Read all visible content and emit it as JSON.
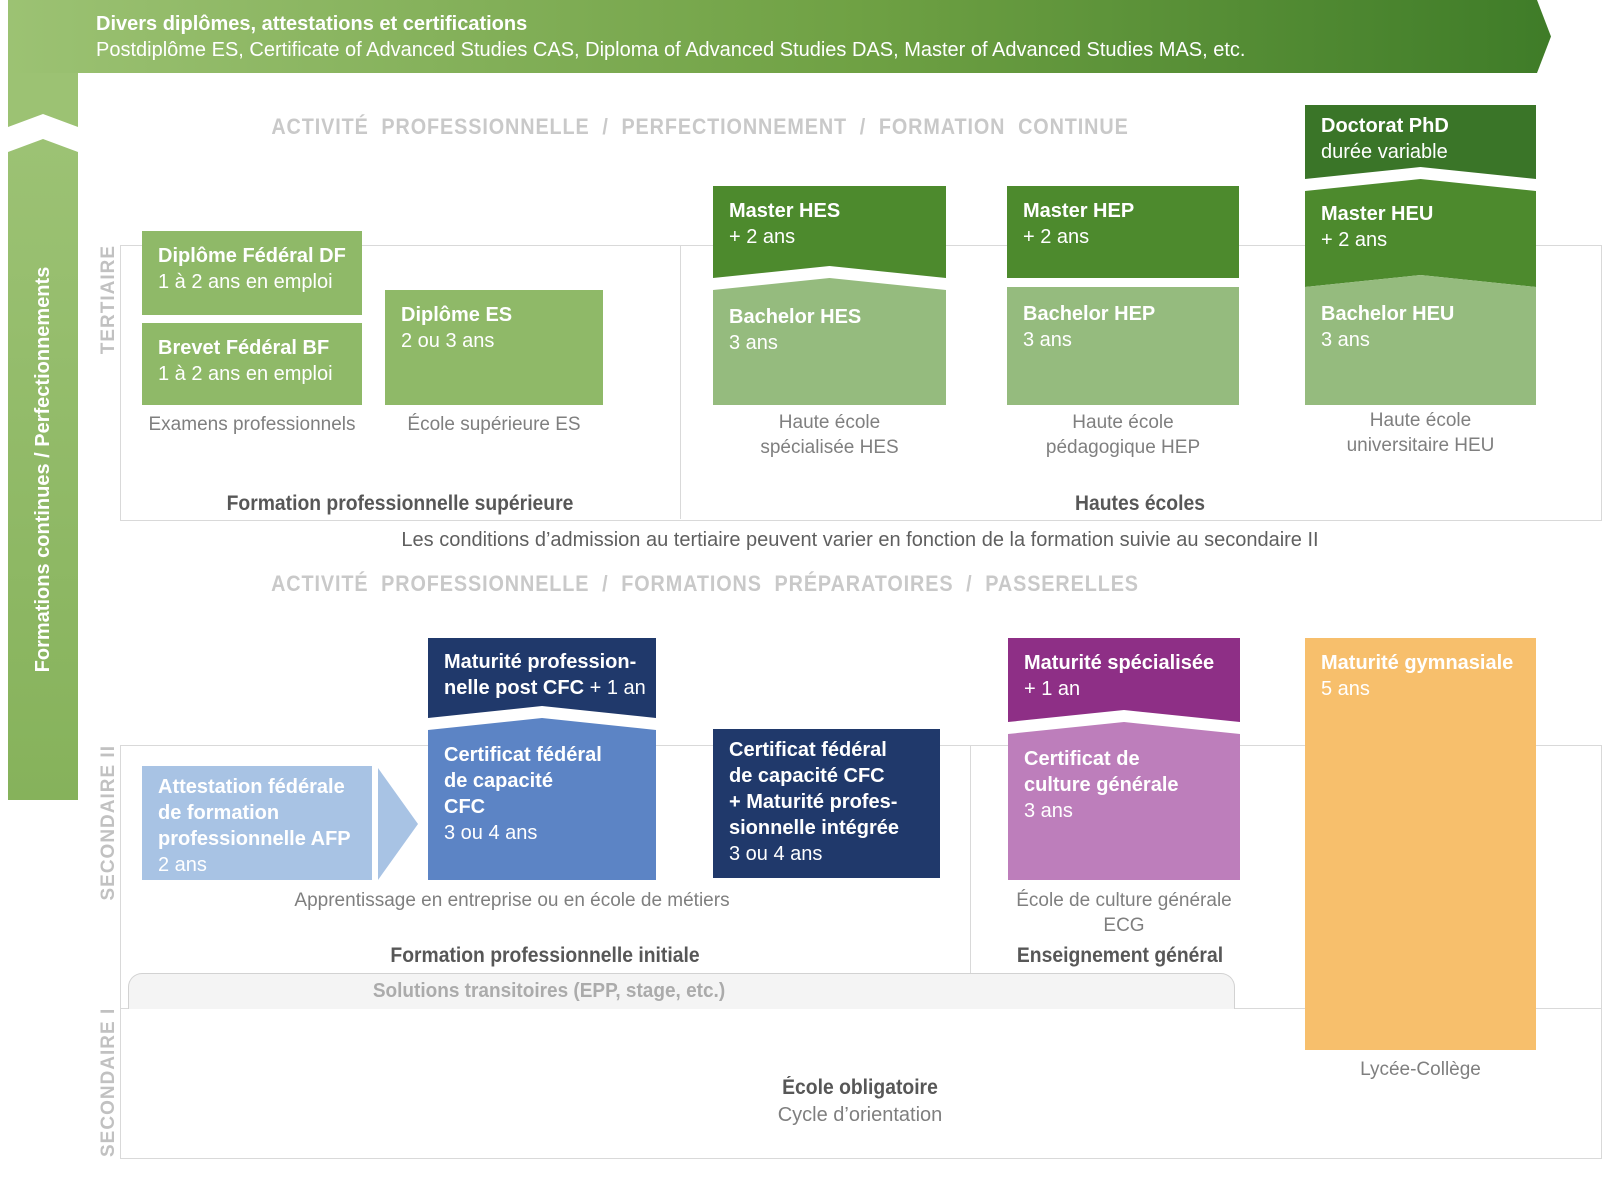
{
  "banner": {
    "title": "Divers diplômes, attestations et certifications",
    "subtitle": "Postdiplôme ES, Certificate of Advanced Studies CAS, Diploma of Advanced Studies DAS, Master of Advanced Studies MAS, etc."
  },
  "left_band": {
    "label": "Formations continues / Perfectionnements"
  },
  "side_labels": {
    "tertiaire": "TERTIAIRE",
    "secondaire_2": "SECONDAIRE II",
    "secondaire_1": "SECONDAIRE I"
  },
  "headings": {
    "tertiary": "ACTIVITÉ PROFESSIONNELLE / PERFECTIONNEMENT / FORMATION CONTINUE",
    "secondary": "ACTIVITÉ PROFESSIONNELLE / FORMATIONS PRÉPARATOIRES / PASSERELLES"
  },
  "tertiary": {
    "boxes": {
      "df": {
        "t1": "Diplôme Fédéral DF",
        "t2": "1 à 2 ans en emploi"
      },
      "bf": {
        "t1": "Brevet Fédéral BF",
        "t2": "1 à 2 ans en emploi"
      },
      "es": {
        "t1": "Diplôme ES",
        "t2": "2 ou 3 ans"
      },
      "master_hes": {
        "t1": "Master HES",
        "t2": "+ 2 ans"
      },
      "bachelor_hes": {
        "t1": "Bachelor HES",
        "t2": "3 ans"
      },
      "master_hep": {
        "t1": "Master HEP",
        "t2": "+ 2 ans"
      },
      "bachelor_hep": {
        "t1": "Bachelor HEP",
        "t2": "3 ans"
      },
      "doctorat_phd": {
        "t1": "Doctorat PhD",
        "t2": "durée variable"
      },
      "master_heu": {
        "t1": "Master HEU",
        "t2": "+ 2 ans"
      },
      "bachelor_heu": {
        "t1": "Bachelor HEU",
        "t2": "3 ans"
      }
    },
    "captions": {
      "examens": "Examens professionnels",
      "ecole_superieure": "École supérieure ES",
      "hes_1": "Haute école",
      "hes_2": "spécialisée HES",
      "hep_1": "Haute école",
      "hep_2": "pédagogique HEP",
      "heu_1": "Haute école",
      "heu_2": "universitaire HEU"
    },
    "sections": {
      "left": "Formation professionnelle supérieure",
      "right": "Hautes écoles"
    },
    "note": "Les conditions d’admission au tertiaire peuvent varier en fonction de la formation suivie au secondaire II"
  },
  "secondary_2": {
    "boxes": {
      "afp": {
        "t1": "Attestation fédérale",
        "t2": "de formation",
        "t3": "professionnelle AFP",
        "t4": "2 ans"
      },
      "maturite_pro_post": {
        "t1": "Maturité profession-",
        "t2": "nelle post CFC",
        "t2b": "+ 1 an"
      },
      "cfc": {
        "t1": "Certificat fédéral",
        "t2": "de capacité",
        "t3": "CFC",
        "t4": "3 ou 4 ans"
      },
      "cfc_maturite_integree": {
        "t1": "Certificat fédéral",
        "t2": "de capacité CFC",
        "t3": "+ Maturité profes-",
        "t4": "sionnelle intégrée",
        "t5": "3 ou 4 ans"
      },
      "maturite_specialisee": {
        "t1": "Maturité spécialisée",
        "t2": "+ 1 an"
      },
      "certificat_culture": {
        "t1": "Certificat de",
        "t2": "culture générale",
        "t3": "3 ans"
      },
      "maturite_gymnasiale": {
        "t1": "Maturité gymnasiale",
        "t2": "5 ans"
      }
    },
    "captions": {
      "apprentissage": "Apprentissage en entreprise ou en école de métiers",
      "ecg_1": "École de culture générale",
      "ecg_2": "ECG"
    },
    "sections": {
      "left": "Formation professionnelle initiale",
      "right": "Enseignement général"
    },
    "transitional": "Solutions transitoires (EPP, stage, etc.)"
  },
  "secondary_1": {
    "school_bold": "École obligatoire",
    "school_sub": "Cycle d’orientation",
    "lycee": "Lycée-Collège"
  },
  "colors": {
    "green_light": "#8FB968",
    "green_master": "#4D8A2D",
    "green_bachelor": "#95BB7E",
    "green_doctorat": "#3A7528",
    "banner_gradient_from": "#9CC273",
    "banner_gradient_to": "#3F7C28",
    "blue_light": "#A8C3E4",
    "blue_mid": "#5C84C5",
    "blue_navy": "#20396B",
    "purple_dark": "#8E2F86",
    "purple_light": "#BD7EBB",
    "orange": "#F7BF6C",
    "caption_gray": "#7F7F7F",
    "section_gray": "#575757",
    "heading_gray": "#C9C9C9",
    "frame_gray": "#D9D9D9"
  }
}
